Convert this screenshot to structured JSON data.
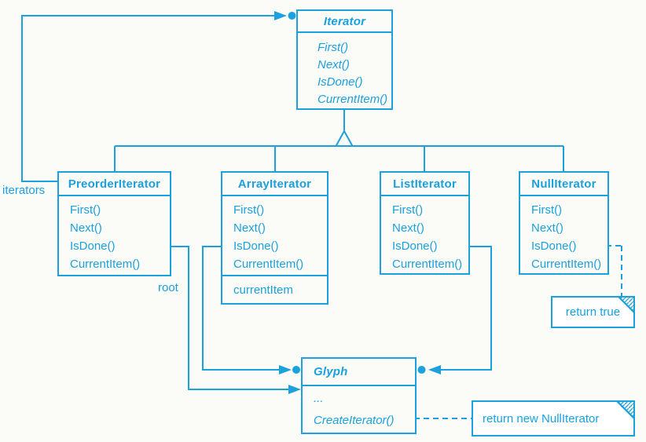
{
  "colors": {
    "accent": "#1aa1de",
    "background": "#fbfbf8",
    "note_fill": "#ffffff"
  },
  "classes": {
    "iterator": {
      "name": "Iterator",
      "methods": [
        "First()",
        "Next()",
        "IsDone()",
        "CurrentItem()"
      ]
    },
    "preorder_iterator": {
      "name": "PreorderIterator",
      "methods": [
        "First()",
        "Next()",
        "IsDone()",
        "CurrentItem()"
      ]
    },
    "array_iterator": {
      "name": "ArrayIterator",
      "methods": [
        "First()",
        "Next()",
        "IsDone()",
        "CurrentItem()"
      ],
      "attribute": "currentItem"
    },
    "list_iterator": {
      "name": "ListIterator",
      "methods": [
        "First()",
        "Next()",
        "IsDone()",
        "CurrentItem()"
      ]
    },
    "null_iterator": {
      "name": "NullIterator",
      "methods": [
        "First()",
        "Next()",
        "IsDone()",
        "CurrentItem()"
      ]
    },
    "glyph": {
      "name": "Glyph",
      "methods": [
        "...",
        "CreateIterator()"
      ]
    }
  },
  "edge_labels": {
    "iterators_label": "iterators",
    "root_label": "root"
  },
  "notes": {
    "isdone_note": "return true",
    "create_iterator_note": "return new NullIterator"
  },
  "relationships": [
    {
      "from": "PreorderIterator",
      "to": "Iterator",
      "type": "inheritance"
    },
    {
      "from": "ArrayIterator",
      "to": "Iterator",
      "type": "inheritance"
    },
    {
      "from": "ListIterator",
      "to": "Iterator",
      "type": "inheritance"
    },
    {
      "from": "NullIterator",
      "to": "Iterator",
      "type": "inheritance"
    },
    {
      "from": "PreorderIterator",
      "to": "Iterator",
      "type": "reference-many",
      "label": "iterators"
    },
    {
      "from": "PreorderIterator",
      "to": "Glyph",
      "type": "reference",
      "label": "root"
    },
    {
      "from": "ArrayIterator",
      "to": "Glyph",
      "type": "reference-many"
    },
    {
      "from": "ListIterator",
      "to": "Glyph",
      "type": "reference-many"
    },
    {
      "from": "NullIterator.IsDone()",
      "to": "return true",
      "type": "implementation-note"
    },
    {
      "from": "Glyph.CreateIterator()",
      "to": "return new NullIterator",
      "type": "implementation-note"
    }
  ]
}
